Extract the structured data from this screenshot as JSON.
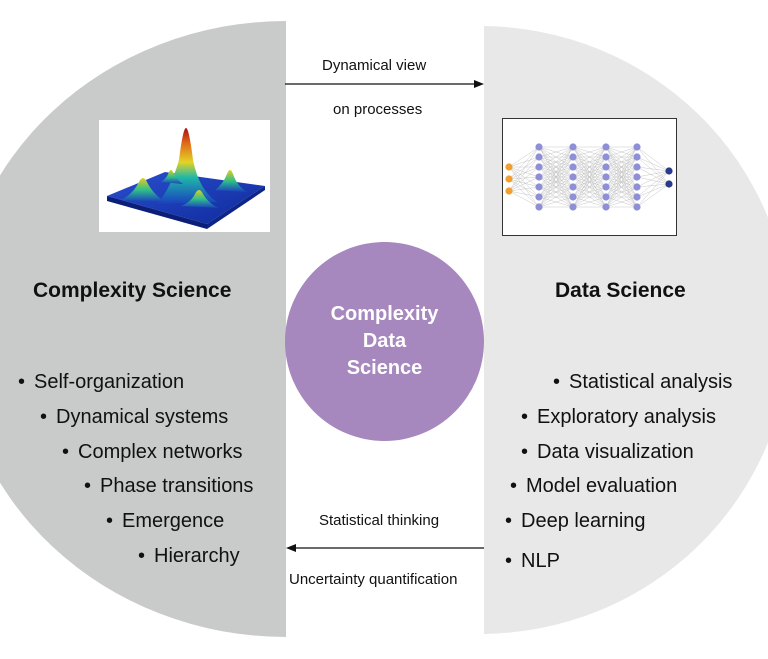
{
  "top_arrow": {
    "line1": "Dynamical view",
    "line2": "on processes"
  },
  "bottom_arrow": {
    "line1": "Statistical thinking",
    "line2": "Uncertainty quantification"
  },
  "center": {
    "lines": [
      "Complexity",
      "Data",
      "Science"
    ]
  },
  "left": {
    "title": "Complexity Science",
    "items": [
      "Self-organization",
      "Dynamical systems",
      "Complex networks",
      "Phase transitions",
      "Emergence",
      "Hierarchy"
    ]
  },
  "right": {
    "title": "Data Science",
    "items": [
      "Statistical analysis",
      "Exploratory analysis",
      "Data visualization",
      "Model evaluation",
      "Deep learning",
      "NLP"
    ]
  },
  "colors": {
    "left_panel": "#c9caca",
    "right_panel": "#e8e8e8",
    "center_circle": "#a687be",
    "nn_node": "#8e8fd6",
    "nn_input": "#f0a030",
    "nn_output": "#2a3a8a"
  }
}
